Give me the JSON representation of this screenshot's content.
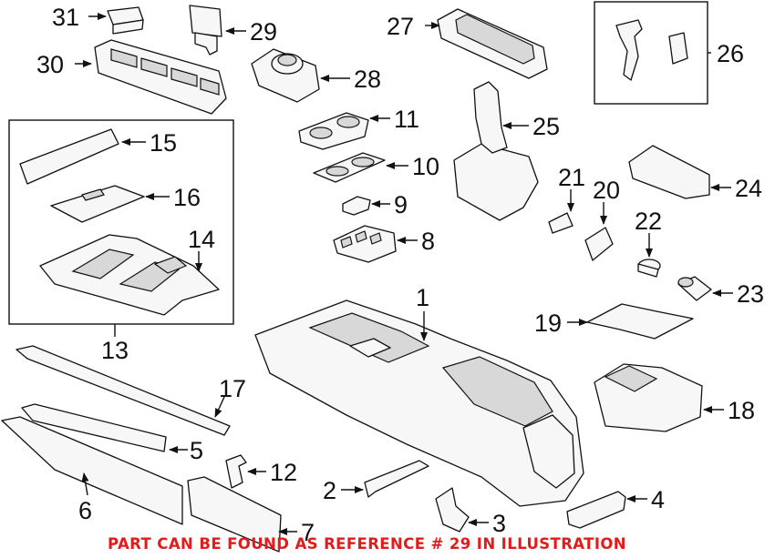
{
  "callouts": {
    "c1": "1",
    "c2": "2",
    "c3": "3",
    "c4": "4",
    "c5": "5",
    "c6": "6",
    "c7": "7",
    "c8": "8",
    "c9": "9",
    "c10": "10",
    "c11": "11",
    "c12": "12",
    "c13": "13",
    "c14": "14",
    "c15": "15",
    "c16": "16",
    "c17": "17",
    "c18": "18",
    "c19": "19",
    "c20": "20",
    "c21": "21",
    "c22": "22",
    "c23": "23",
    "c24": "24",
    "c25": "25",
    "c26": "26",
    "c27": "27",
    "c28": "28",
    "c29": "29",
    "c30": "30",
    "c31": "31"
  },
  "notice": "PART CAN BE FOUND AS REFERENCE # 29 IN ILLUSTRATION",
  "colors": {
    "notice": "#e21b1b",
    "line": "#111111"
  }
}
